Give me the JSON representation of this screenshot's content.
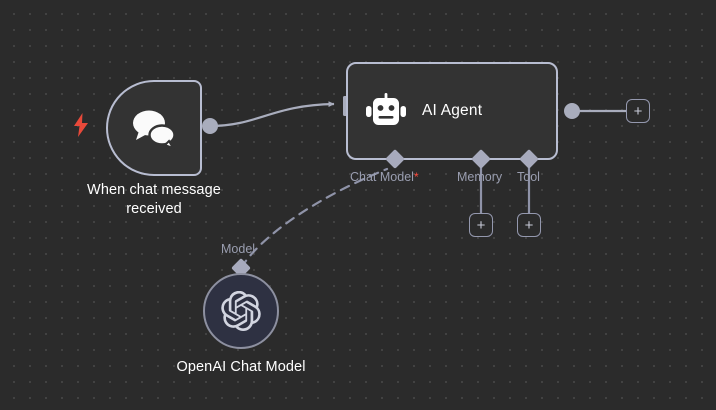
{
  "canvas": {
    "background_color": "#2b2b2b",
    "dot_color": "#4a4a4a",
    "grid_spacing": 16
  },
  "colors": {
    "node_fill": "#333333",
    "node_border": "#b8bdd1",
    "connector": "#a9adbd",
    "sub_connector": "#8f93a8",
    "label_text": "#ffffff",
    "port_text": "#9a9eb0",
    "required_marker": "#ff4a3d",
    "trigger_bolt": "#e8493a",
    "openai_fill": "#2e3142"
  },
  "nodes": [
    {
      "id": "chat-trigger",
      "label": "When chat message\nreceived",
      "icon": "chat-bubbles-icon",
      "type": "trigger",
      "trigger_icon": "lightning-bolt-icon"
    },
    {
      "id": "ai-agent",
      "label": "AI Agent",
      "icon": "robot-icon",
      "type": "agent"
    },
    {
      "id": "openai-chat-model",
      "label": "OpenAI Chat Model",
      "icon": "openai-logo-icon",
      "type": "sub-node"
    }
  ],
  "agent_ports": [
    {
      "id": "chat-model",
      "label": "Chat Model",
      "required": true,
      "required_marker": "*",
      "has_add_button": false
    },
    {
      "id": "memory",
      "label": "Memory",
      "required": false,
      "required_marker": "",
      "has_add_button": true
    },
    {
      "id": "tool",
      "label": "Tool",
      "required": false,
      "required_marker": "",
      "has_add_button": true
    }
  ],
  "sub_node_ports": [
    {
      "id": "model",
      "label": "Model"
    }
  ],
  "buttons": {
    "add_symbol": "+",
    "add_node_after_agent_label": "+",
    "add_memory_label": "+",
    "add_tool_label": "+"
  }
}
